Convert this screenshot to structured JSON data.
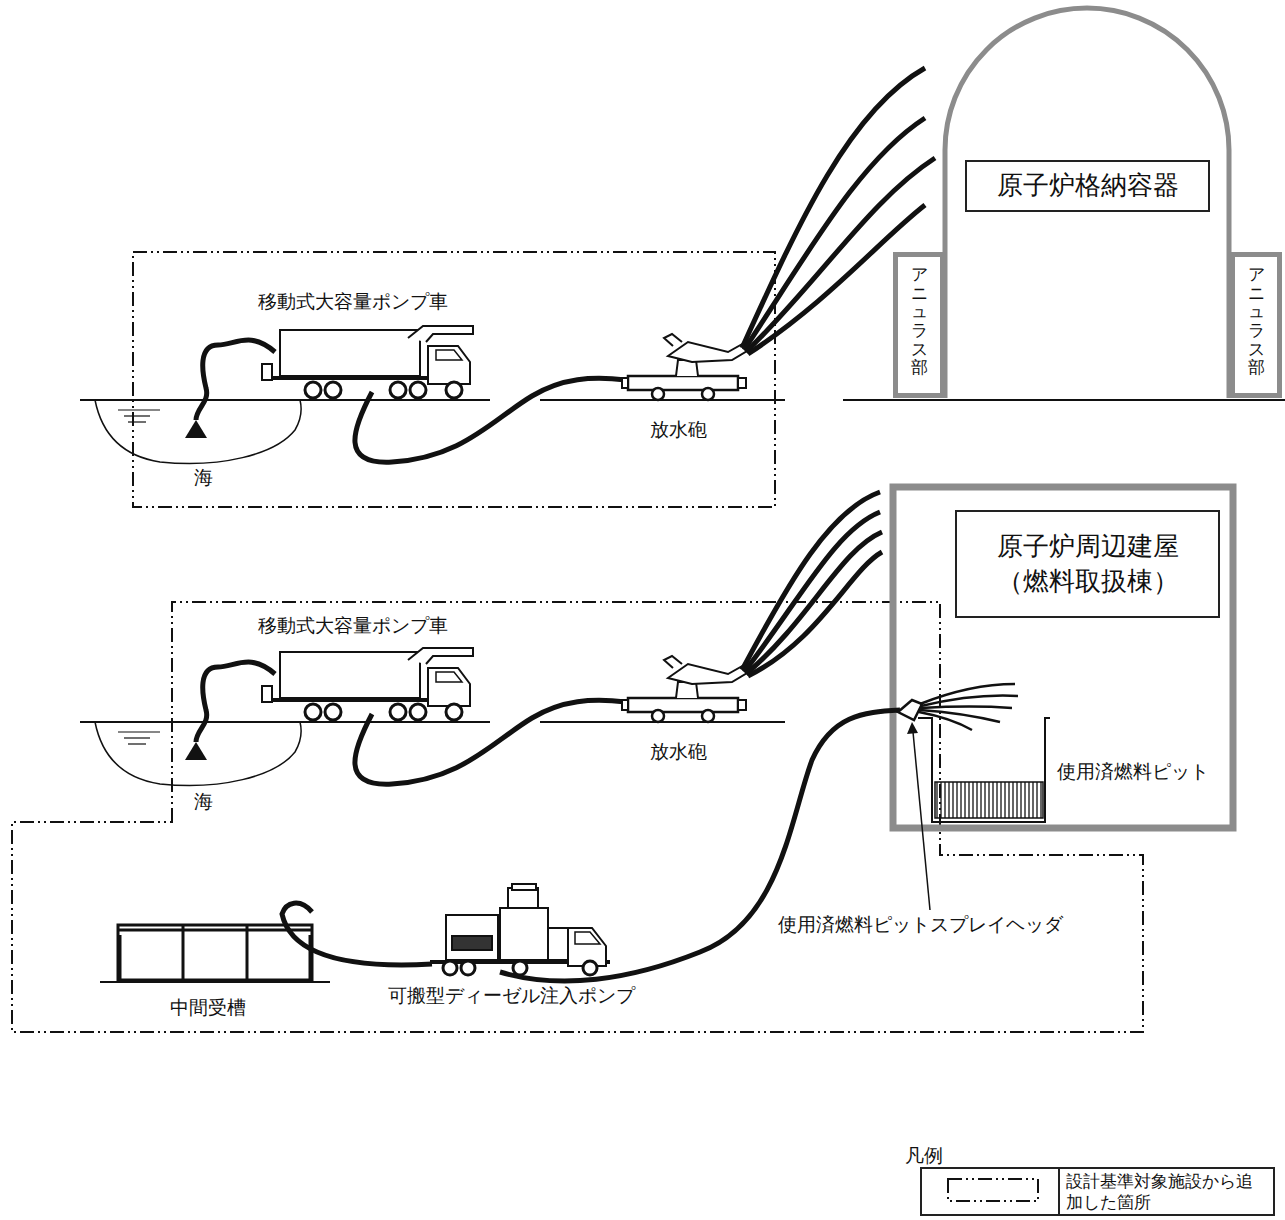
{
  "diagram": {
    "nodes": [
      {
        "text": [
          "原子炉格納容器"
        ]
      },
      {
        "text": [
          "アニュラス部"
        ]
      },
      {
        "text": [
          "アニュラス部"
        ]
      },
      {
        "text": [
          "原子炉周辺建屋 （燃料取扱棟）"
        ]
      }
    ],
    "labels": [
      "移動式大容量ポンプ車",
      "放水砲",
      "海",
      "移動式大容量ポンプ車",
      "放水砲",
      "海",
      "使用済燃料ピット",
      "中間受槽",
      "可搬型ディーゼル注入ポンプ",
      "使用済燃料ピットスプレイヘッダ",
      "凡例"
    ],
    "legend": [
      {
        "text": "設計基準対象施設から追加した箇所"
      }
    ]
  }
}
